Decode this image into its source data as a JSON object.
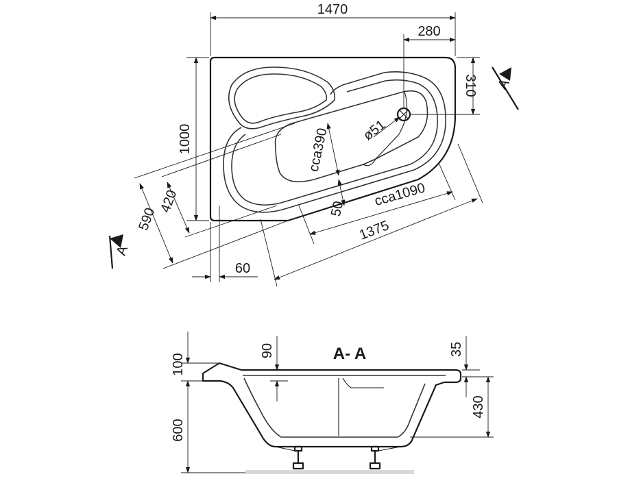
{
  "section_title": "A- A",
  "section_marker": "A",
  "colors": {
    "line": "#1a1a1a",
    "shadow": "#d9d9d9",
    "background": "#ffffff"
  },
  "plan_dimensions": {
    "overall_length": "1470",
    "head_offset": "280",
    "drain_offset": "310",
    "overall_width": "1000",
    "drain_diameter": "ø51",
    "inner_width": "cca390",
    "rim_width": "50",
    "inner_length": "cca1090",
    "diagonal_length": "1375",
    "outer_depth": "590",
    "inner_depth": "420",
    "corner_offset": "60"
  },
  "section_dimensions": {
    "rim_height": "100",
    "seat_drop": "90",
    "edge_thickness": "35",
    "floor_height": "600",
    "inner_depth": "430"
  }
}
